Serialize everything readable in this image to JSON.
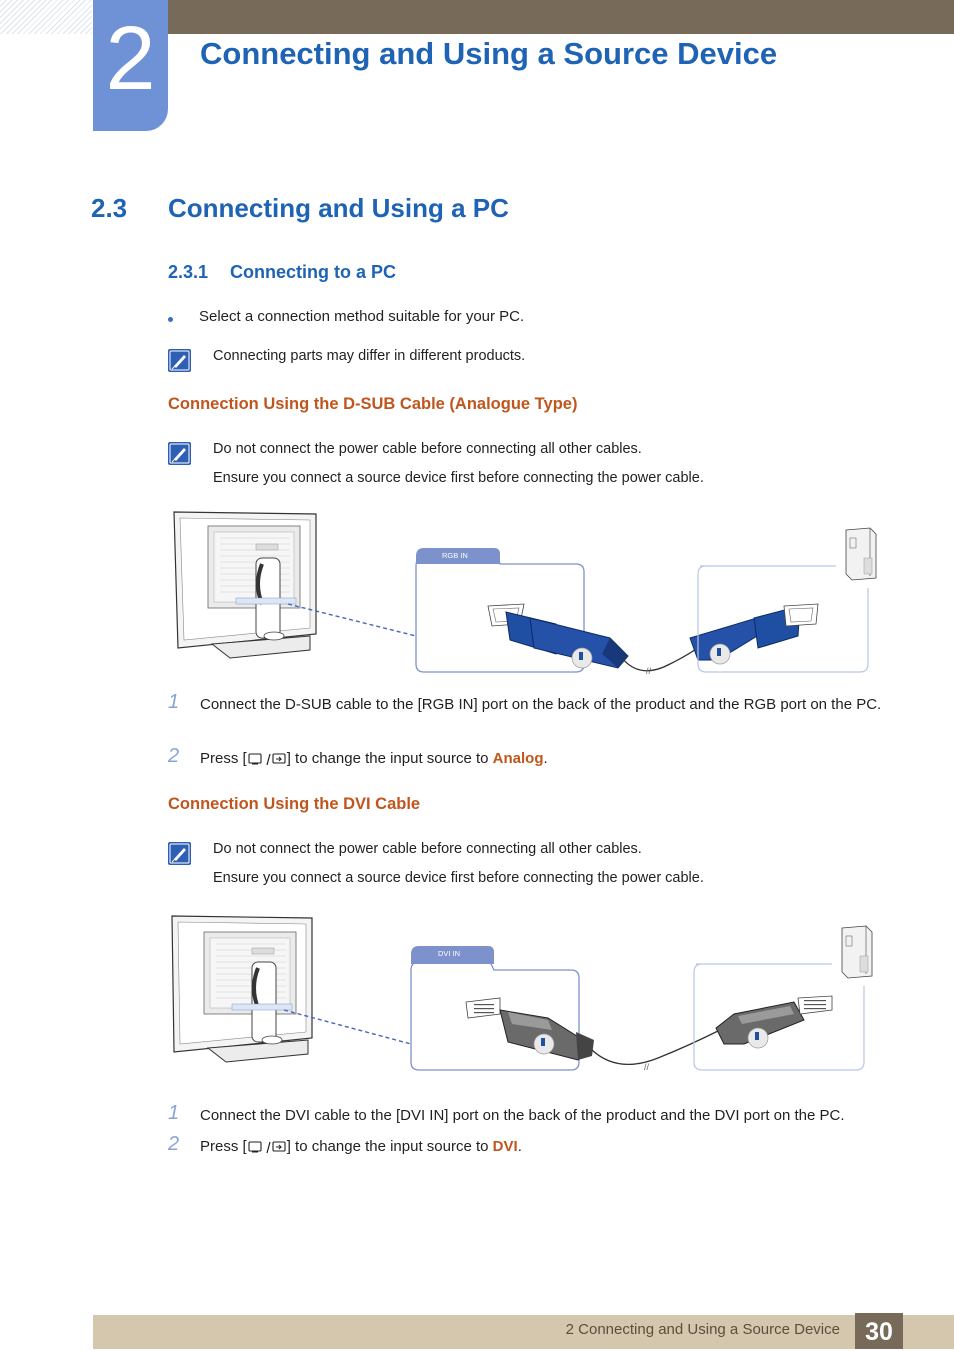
{
  "chapter": {
    "number": "2",
    "title": "Connecting and Using a Source Device"
  },
  "section": {
    "number": "2.3",
    "title": "Connecting and Using a PC"
  },
  "subsection": {
    "number": "2.3.1",
    "title": "Connecting to a PC"
  },
  "bullet": "Select a connection method suitable for your PC.",
  "note1": "Connecting parts may differ in different products.",
  "dsub": {
    "heading": "Connection Using the D-SUB Cable (Analogue Type)",
    "note_line1": "Do not connect the power cable before connecting all other cables.",
    "note_line2": "Ensure you connect a source device first before connecting the power cable.",
    "port_label": "RGB IN",
    "step1_num": "1",
    "step1_text": "Connect the D-SUB cable to the [RGB IN] port on the back of the product and the RGB port on the PC.",
    "step2_num": "2",
    "step2_pre": "Press [",
    "step2_mid": "] to change the input source to ",
    "step2_value": "Analog",
    "step2_post": "."
  },
  "dvi": {
    "heading": "Connection Using the DVI Cable",
    "note_line1": "Do not connect the power cable before connecting all other cables.",
    "note_line2": "Ensure you connect a source device first before connecting the power cable.",
    "port_label": "DVI IN",
    "step1_num": "1",
    "step1_text": "Connect the DVI cable to the [DVI IN] port on the back of the product and the DVI port on the PC.",
    "step2_num": "2",
    "step2_pre": "Press [",
    "step2_mid": "] to change the input source to ",
    "step2_value": "DVI",
    "step2_post": "."
  },
  "footer": {
    "text": "2 Connecting and Using a Source Device",
    "page": "30"
  },
  "colors": {
    "heading_blue": "#1e63b4",
    "orange": "#c0561d",
    "brown_bar": "#786a58",
    "connector_blue": "#1f4fa3"
  },
  "icons": [
    "note-pencil-icon",
    "source-button-icon",
    "enter-button-icon"
  ]
}
